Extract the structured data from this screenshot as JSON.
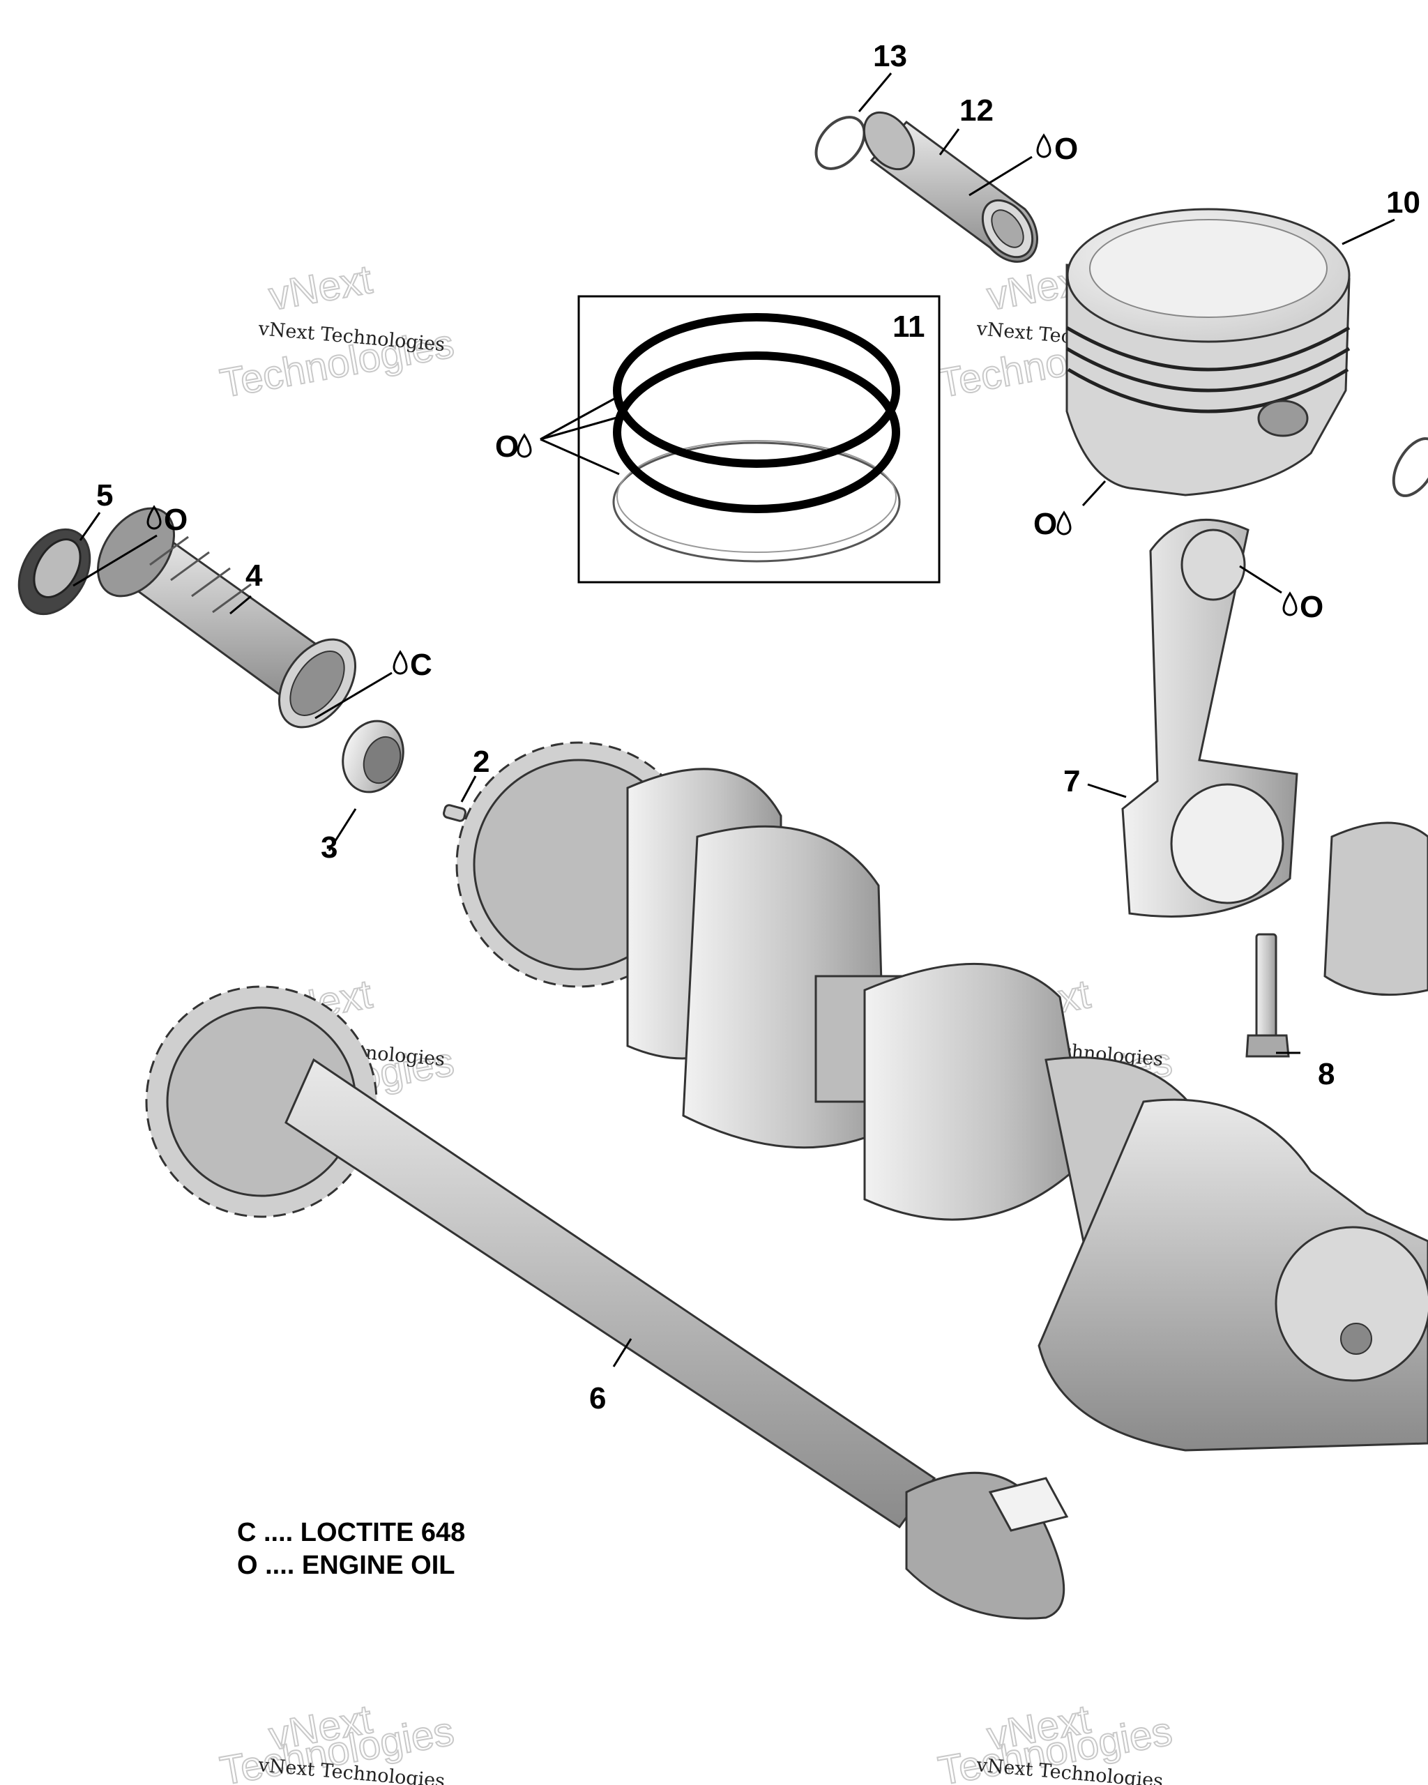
{
  "callouts": {
    "p2": "2",
    "p3": "3",
    "p4": "4",
    "p5": "5",
    "p6": "6",
    "p7": "7",
    "p8": "8",
    "p10": "10",
    "p11": "11",
    "p12": "12",
    "p13": "13"
  },
  "lube_marks": {
    "oil_pin": "O",
    "oil_piston": "O",
    "oil_rings": "O",
    "oil_rod": "O",
    "oil_seal": "O",
    "loctite_sleeve": "C"
  },
  "legend": {
    "line1": "C .... LOCTITE 648",
    "line2": "O .... ENGINE OIL"
  },
  "watermark": {
    "line1": "vNext Technologies",
    "big1": "vNext",
    "big2": "Technologies"
  },
  "icons": {
    "lube": "oil-drop-icon"
  }
}
